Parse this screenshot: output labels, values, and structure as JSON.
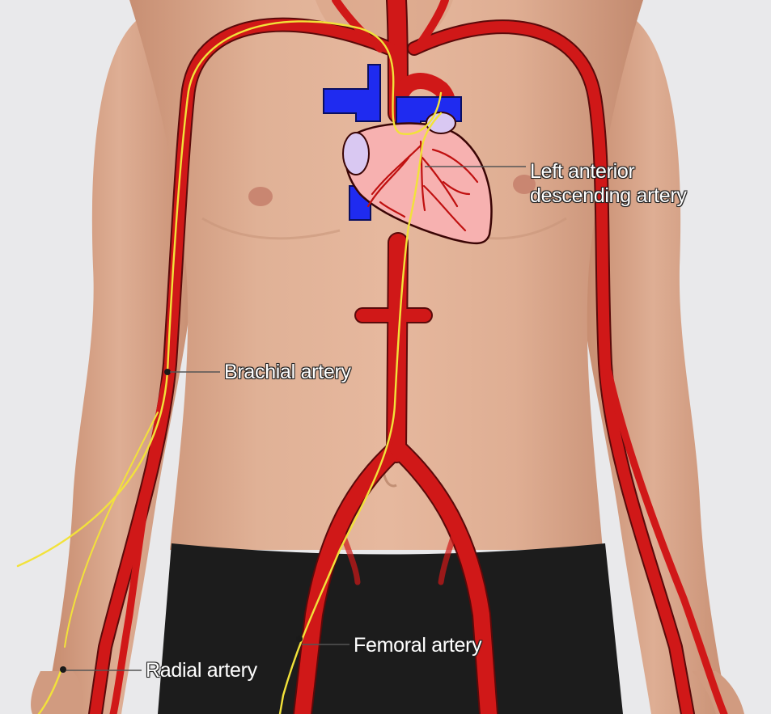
{
  "labels": {
    "lad_line1": "Left anterior",
    "lad_line2": "descending artery",
    "brachial": "Brachial artery",
    "femoral": "Femoral artery",
    "radial": "Radial artery"
  },
  "colors": {
    "background": "#e9e9eb",
    "skin": "#d9a68b",
    "artery": "#d01818",
    "vein": "#1f2bf0",
    "heart": "#f7b1b0",
    "catheter": "#f2e23a",
    "shorts": "#1c1c1c"
  }
}
